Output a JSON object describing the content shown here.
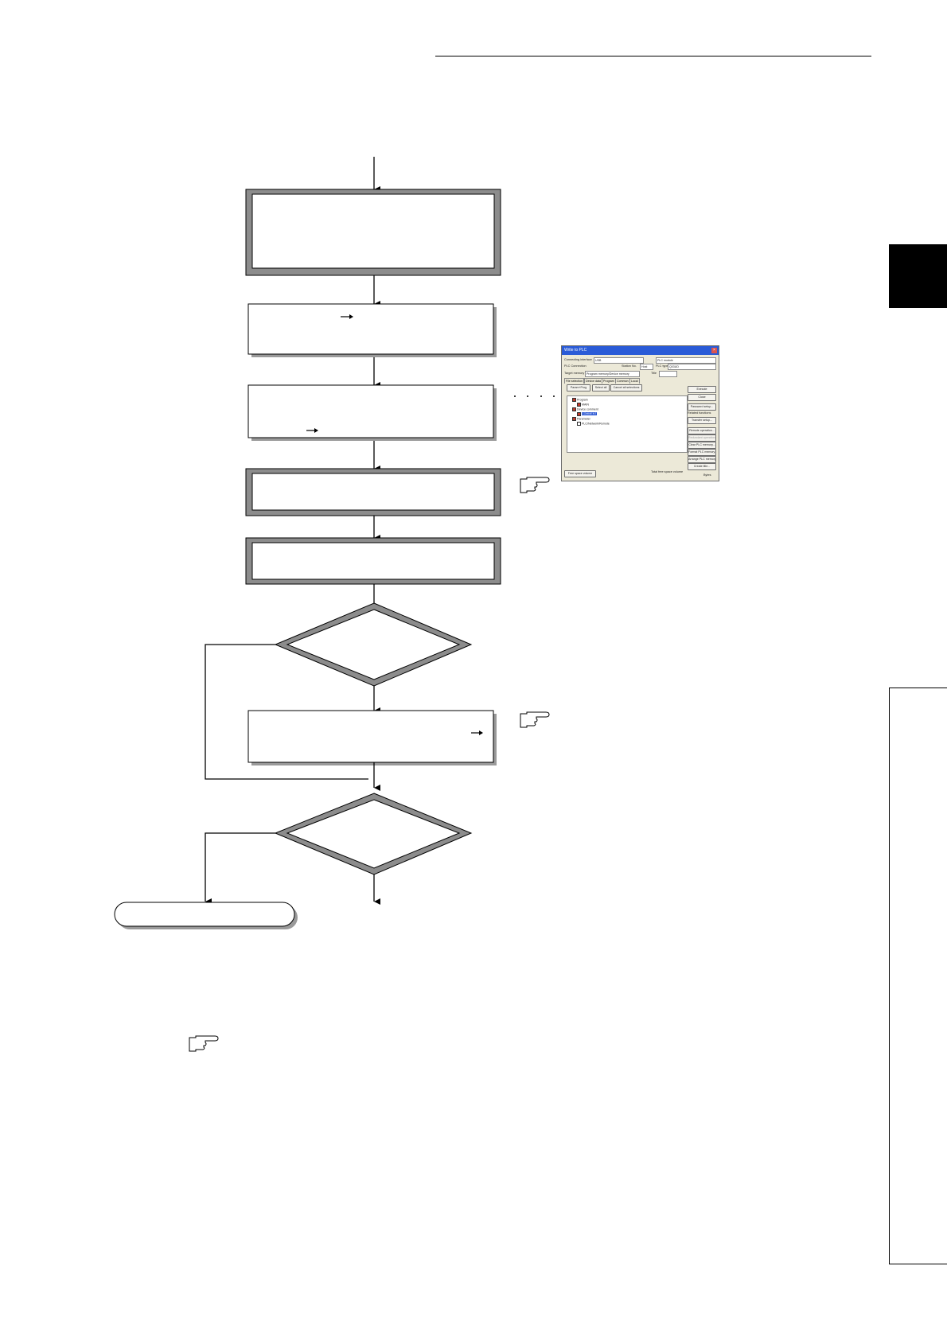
{
  "dialog": {
    "title": "Write to PLC",
    "connecting_interface_label": "Connecting interface",
    "connecting_interface_value": "USB",
    "plc_module_value": "PLC module",
    "plc_connection_label": "PLC Connection",
    "station_no_label": "Station No.",
    "station_no_value": "Host",
    "plc_type_label": "PLC type",
    "plc_type_value": "Q03UD",
    "target_memory_label": "Target memory",
    "target_memory_value": "Program memory/Device memory",
    "title_label": "Title",
    "tabs": [
      "File selection",
      "Device data",
      "Program",
      "Common",
      "Local"
    ],
    "param_prog_button": "Param+Prog",
    "select_all_button": "Select all",
    "cancel_all_button": "Cancel all selections",
    "tree": {
      "program": "Program",
      "main": "MAIN",
      "device_comment": "Device comment",
      "comment": "COMMENT",
      "parameter": "Parameter",
      "plc_network_remote": "PLC/Network/Remote"
    },
    "right_buttons": [
      "Execute",
      "Close",
      "Password setup...",
      "Related functions",
      "Transfer setup...",
      "Remote operation...",
      "Redundant operation...",
      "Clear PLC memory...",
      "Format PLC memory...",
      "Arrange PLC memory...",
      "Create title..."
    ],
    "free_space_button": "Free space volume",
    "total_free_space_label": "Total free space volume",
    "bytes_label": "Bytes"
  },
  "colors": {
    "box_fill": "#ffffff",
    "box_border": "#000000",
    "box_shadow": "#9a9a9a",
    "thick_box_fill": "#8c8c8c",
    "tab_black": "#000000"
  },
  "icons": [
    "pointing-hand-icon",
    "pointing-hand-icon",
    "pointing-hand-icon"
  ]
}
